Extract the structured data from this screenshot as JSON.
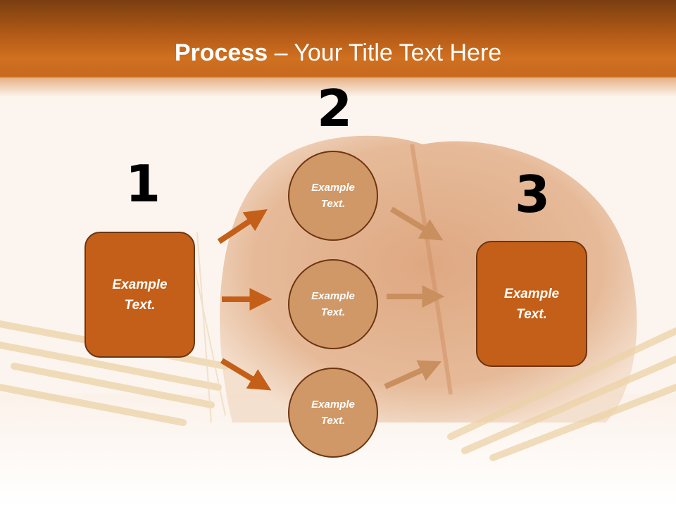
{
  "slide": {
    "title_bold": "Process",
    "title_rest": " – Your Title Text Here",
    "accent_color": "#c45f19",
    "circle_color": "#cf9866"
  },
  "steps": {
    "num1": "1",
    "num2": "2",
    "num3": "3"
  },
  "boxes": {
    "left": "Example\nText.",
    "right": "Example\nText."
  },
  "circles": {
    "top": "Example\nText.",
    "middle": "Example\nText.",
    "bottom": "Example\nText."
  }
}
